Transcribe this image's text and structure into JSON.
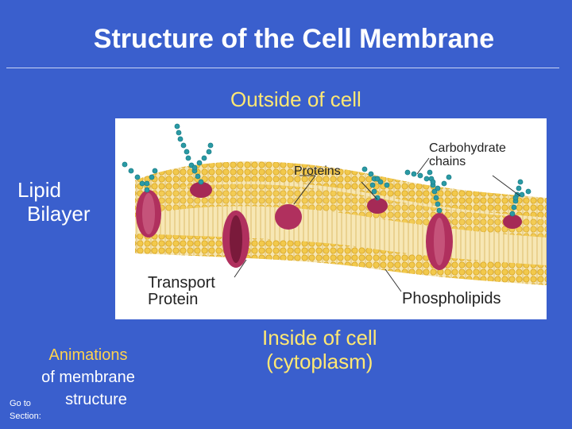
{
  "title": "Structure of the Cell Membrane",
  "labels": {
    "outside": "Outside of cell",
    "lipid_line1": "Lipid",
    "lipid_line2": "Bilayer",
    "proteins": "Proteins",
    "carbohydrate_line1": "Carbohydrate",
    "carbohydrate_line2": "chains",
    "transport_line1": "Transport",
    "transport_line2": "Protein",
    "phospholipids": "Phospholipids",
    "inside_line1": "Inside of cell",
    "inside_line2": "(cytoplasm)"
  },
  "animations": {
    "line1": "Animations",
    "line2": "of membrane",
    "line3": "structure"
  },
  "goto": {
    "line1": "Go to",
    "line2": "Section:"
  },
  "colors": {
    "background": "#3a5fcd",
    "highlight_text": "#ffe873",
    "membrane_head": "#f2c94c",
    "membrane_tail": "#f7e7b4",
    "protein": "#b0305e",
    "carbohydrate": "#2a9aa5"
  }
}
